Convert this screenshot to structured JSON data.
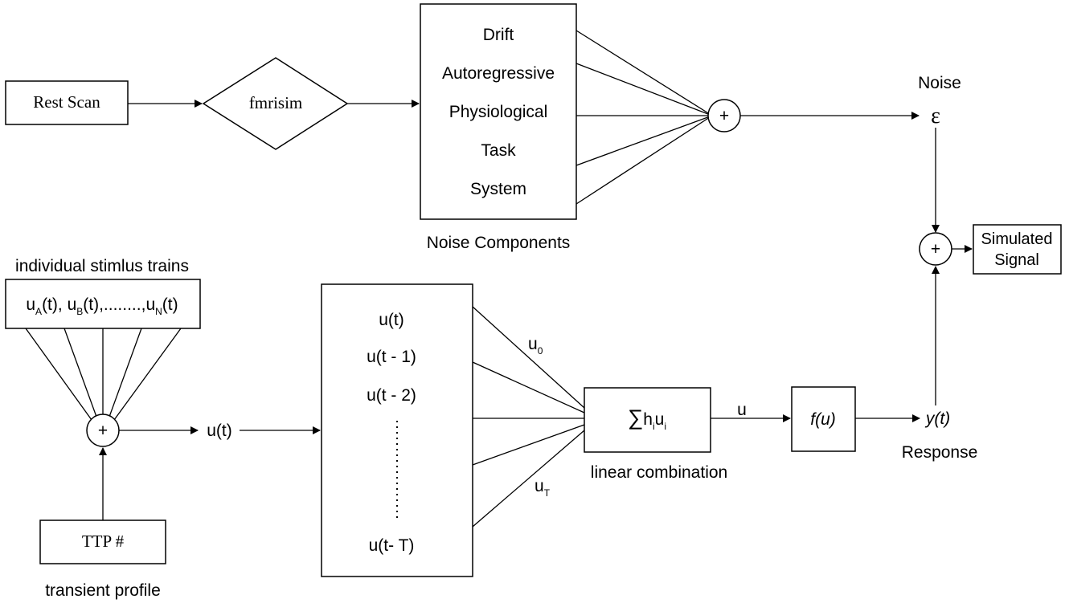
{
  "rest_scan": "Rest Scan",
  "fmrisim": "fmrisim",
  "noise_components": {
    "items": [
      "Drift",
      "Autoregressive",
      "Physiological",
      "Task",
      "System"
    ],
    "caption": "Noise Components"
  },
  "plus_symbol": "+",
  "noise": {
    "label": "Noise",
    "symbol": "ε"
  },
  "simulated_signal": {
    "line1": "Simulated",
    "line2": "Signal"
  },
  "stimulus": {
    "title": "individual stimlus trains",
    "u": "u",
    "sub_a": "A",
    "sub_b": "B",
    "sub_n": "N",
    "open_comma_1": "(t), ",
    "open_comma_2": "(t),........,",
    "close": "(t)"
  },
  "ttp": {
    "label": "TTP #",
    "caption": "transient profile"
  },
  "ut_label": "u(t)",
  "delay_lines": [
    "u(t)",
    "u(t - 1)",
    "u(t - 2)",
    "u(t- T)"
  ],
  "weights": {
    "u": "u",
    "sub_0": "0",
    "sub_t": "T"
  },
  "linear": {
    "sigma": "∑",
    "h": "h",
    "i": "i",
    "u": "u",
    "caption": "linear combination"
  },
  "u_out": "u",
  "fu": "f(u)",
  "response": {
    "y": "y(t)",
    "caption": "Response"
  }
}
